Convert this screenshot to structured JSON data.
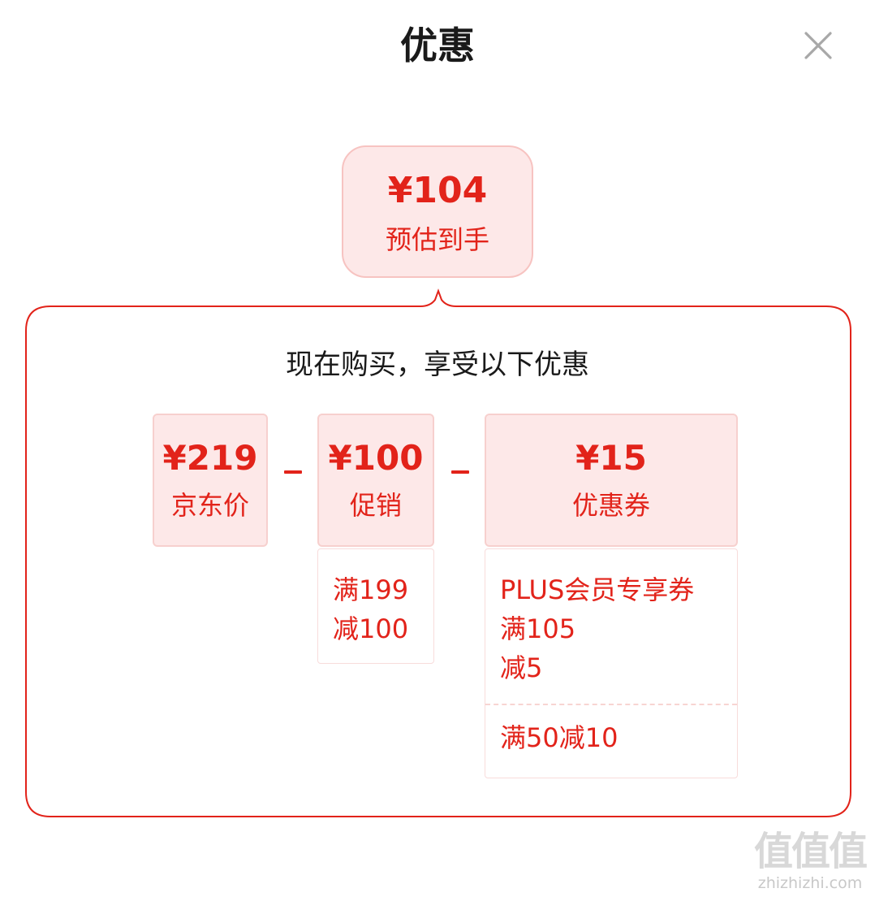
{
  "dialog": {
    "title": "优惠"
  },
  "summary": {
    "price": "¥104",
    "label": "预估到手"
  },
  "panel": {
    "subtitle": "现在购买，享受以下优惠"
  },
  "tiles": [
    {
      "price": "¥219",
      "label": "京东价"
    },
    {
      "price": "¥100",
      "label": "促销"
    },
    {
      "price": "¥15",
      "label": "优惠券"
    }
  ],
  "promo_detail": {
    "lines": [
      "满199",
      "减100"
    ]
  },
  "coupon_details": [
    {
      "lines": [
        "PLUS会员专享券",
        "满105",
        "减5"
      ]
    },
    {
      "lines": [
        "满50减10"
      ]
    }
  ],
  "watermark": {
    "glyphs": "值值值",
    "url": "zhizhizhi.com"
  },
  "colors": {
    "accent": "#e2231a",
    "tile_bg": "#fde8e8",
    "panel_border": "#e2231a"
  },
  "icons": {
    "close": "close-icon"
  }
}
